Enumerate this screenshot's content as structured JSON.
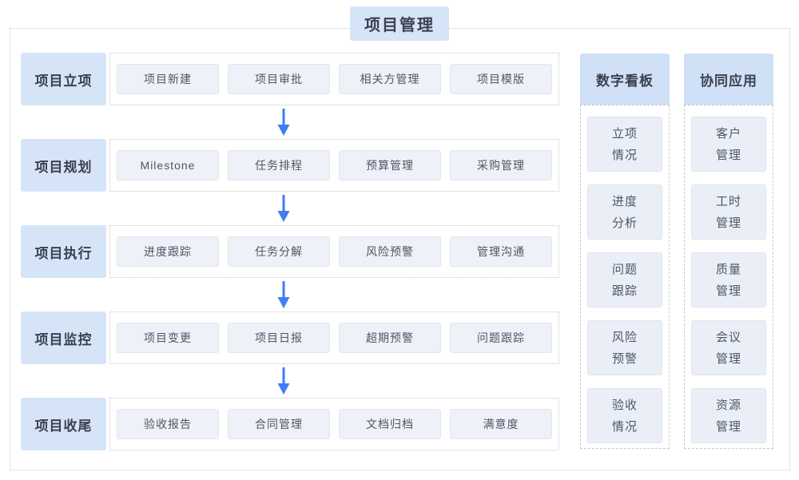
{
  "title": "项目管理",
  "stages": [
    {
      "label": "项目立项",
      "items": [
        "项目新建",
        "项目审批",
        "相关方管理",
        "项目模版"
      ]
    },
    {
      "label": "项目规划",
      "items": [
        "Milestone",
        "任务排程",
        "预算管理",
        "采购管理"
      ]
    },
    {
      "label": "项目执行",
      "items": [
        "进度跟踪",
        "任务分解",
        "风险预警",
        "管理沟通"
      ]
    },
    {
      "label": "项目监控",
      "items": [
        "项目变更",
        "项目日报",
        "超期预警",
        "问题跟踪"
      ]
    },
    {
      "label": "项目收尾",
      "items": [
        "验收报告",
        "合同管理",
        "文档归档",
        "满意度"
      ]
    }
  ],
  "side_columns": [
    {
      "header": "数字看板",
      "items": [
        "立项\n情况",
        "进度\n分析",
        "问题\n跟踪",
        "风险\n预警",
        "验收\n情况"
      ]
    },
    {
      "header": "协同应用",
      "items": [
        "客户\n管理",
        "工时\n管理",
        "质量\n管理",
        "会议\n管理",
        "资源\n管理"
      ]
    }
  ],
  "colors": {
    "accent_blue_bg": "#d6e4f8",
    "side_header_bg": "#cfe0f7",
    "item_bg": "#eef1f8",
    "side_item_bg": "#eaeef6",
    "item_border": "#dfe5f0",
    "dotted_border": "#c6c8cd",
    "heading_text": "#3b414f",
    "item_text": "#4e5666",
    "arrow_blue": "#3f7ef4"
  }
}
